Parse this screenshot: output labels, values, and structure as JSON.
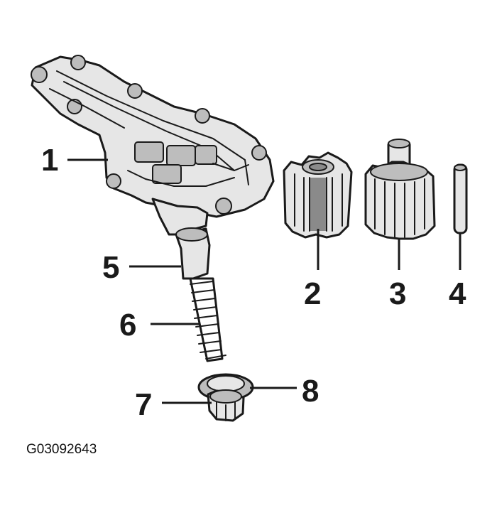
{
  "figure": {
    "id_label": "G03092643"
  },
  "callouts": {
    "c1": "1",
    "c2": "2",
    "c3": "3",
    "c4": "4",
    "c5": "5",
    "c6": "6",
    "c7": "7",
    "c8": "8"
  },
  "colors": {
    "ink": "#1a1a1a",
    "part_fill": "#e6e6e6",
    "shade": "#bdbdbd",
    "background": "#ffffff"
  }
}
